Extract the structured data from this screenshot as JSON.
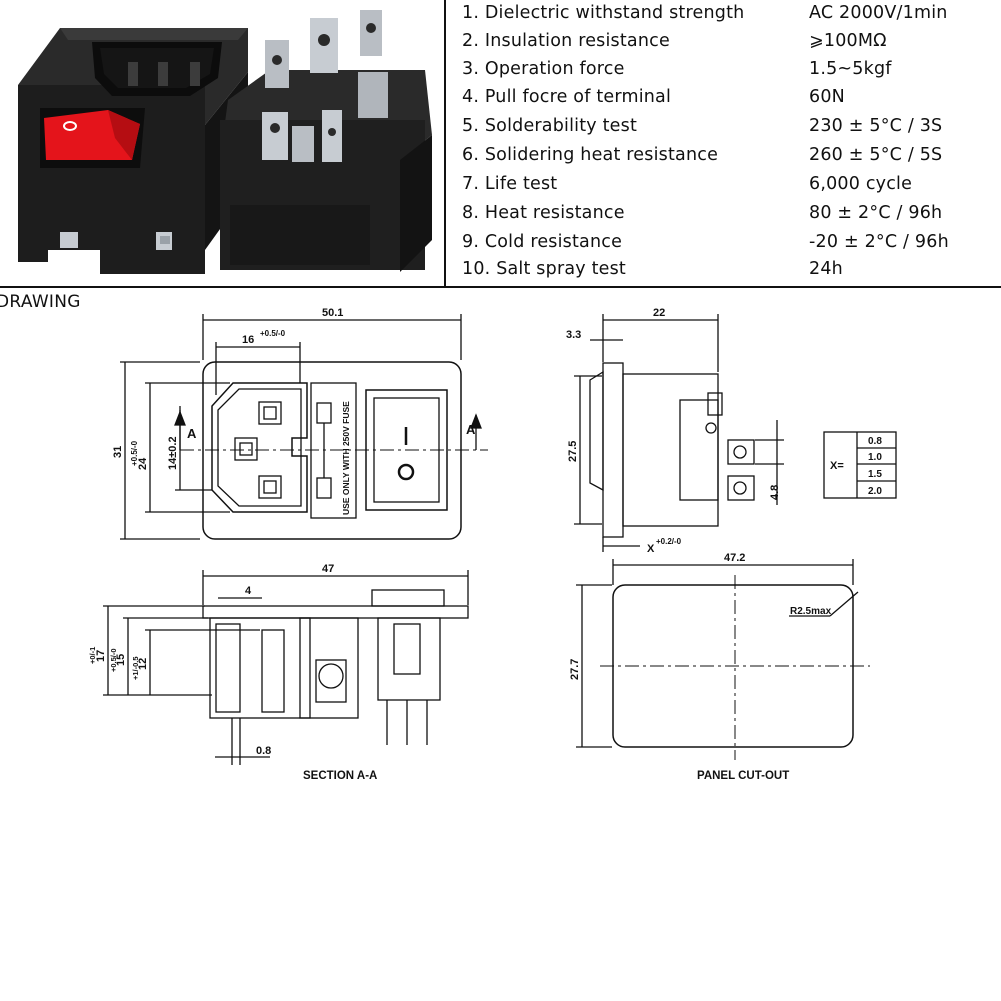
{
  "specs": [
    {
      "name": "1.  Dielectric withstand strength",
      "value": "AC 2000V/1min"
    },
    {
      "name": "2.  Insulation resistance",
      "value": "⩾100MΩ"
    },
    {
      "name": "3.  Operation force",
      "value": "1.5~5kgf"
    },
    {
      "name": "4.  Pull focre of terminal",
      "value": "60N"
    },
    {
      "name": "5.  Solderability test",
      "value": "230 ± 5°C / 3S"
    },
    {
      "name": "6.  Solidering heat resistance",
      "value": "260 ± 5°C / 5S"
    },
    {
      "name": "7.  Life test",
      "value": "6,000 cycle"
    },
    {
      "name": "8.  Heat resistance",
      "value": "80 ± 2°C / 96h"
    },
    {
      "name": "9.  Cold resistance",
      "value": "-20 ± 2°C / 96h"
    },
    {
      "name": "10. Salt spray test",
      "value": "24h"
    }
  ],
  "drawing": {
    "label": "DRAWING",
    "front": {
      "width": "50.1",
      "inlet_width": "16",
      "inlet_tol": "+0.5/-0",
      "height": "31",
      "inner_height": "24",
      "inner_tol": "+0.5/-0",
      "inlet_height": "14±0.2",
      "fuse_text": "USE ONLY WITH 250V FUSE",
      "switch_on": "I",
      "switch_off": "O",
      "section_mark": "A"
    },
    "side": {
      "width": "22",
      "flange": "3.3",
      "height": "27.5",
      "terminal": "4.8",
      "x_label": "X",
      "x_tol": "+0.2/-0"
    },
    "x_table": {
      "label": "X=",
      "values": [
        "0.8",
        "1.0",
        "1.5",
        "2.0"
      ]
    },
    "section": {
      "width": "47",
      "dim4": "4",
      "dim08": "0.8",
      "h17": "17",
      "h17_tol": "+0/-1",
      "h15": "15",
      "h15_tol": "+0.5/-0",
      "h12": "12",
      "h12_tol": "+1/-0.5",
      "caption": "SECTION A-A"
    },
    "cutout": {
      "width": "47.2",
      "height": "27.7",
      "radius": "R2.5max",
      "caption": "PANEL CUT-OUT"
    }
  },
  "colors": {
    "switch_red": "#e4141b",
    "housing_black": "#1c1c1c",
    "terminal_metal": "#b9bec4"
  }
}
